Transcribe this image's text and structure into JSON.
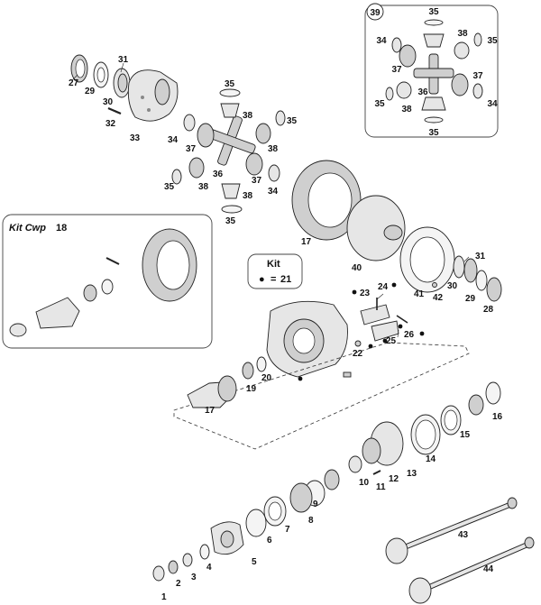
{
  "kit_cwp": {
    "title": "Kit Cwp",
    "number": "18"
  },
  "kit_box": {
    "title": "Kit",
    "symbol": "●",
    "equals": "=",
    "number": "21"
  },
  "inset": {
    "number": "39"
  },
  "callouts": {
    "p1": "1",
    "p2": "2",
    "p3": "3",
    "p4": "4",
    "p5": "5",
    "p6": "6",
    "p7": "7",
    "p8": "8",
    "p9": "9",
    "p10": "10",
    "p11": "11",
    "p12": "12",
    "p13": "13",
    "p14": "14",
    "p15": "15",
    "p16": "16",
    "p17": "17",
    "p17b": "17",
    "p19": "19",
    "p20": "20",
    "p22": "22",
    "p23": "23",
    "p24": "24",
    "p25": "25",
    "p26": "26",
    "p27": "27",
    "p28": "28",
    "p29": "29",
    "p29b": "29",
    "p30": "30",
    "p30b": "30",
    "p31": "31",
    "p31b": "31",
    "p32": "32",
    "p33": "33",
    "p34a": "34",
    "p34b": "34",
    "p35a": "35",
    "p35b": "35",
    "p35c": "35",
    "p35d": "35",
    "p36": "36",
    "p37a": "37",
    "p37b": "37",
    "p38a": "38",
    "p38b": "38",
    "p38c": "38",
    "p38d": "38",
    "p40": "40",
    "p41": "41",
    "p42": "42",
    "p43": "43",
    "p44": "44",
    "i35a": "35",
    "i35b": "35",
    "i35c": "35",
    "i35d": "35",
    "i34a": "34",
    "i34b": "34",
    "i37a": "37",
    "i37b": "37",
    "i38a": "38",
    "i38b": "38",
    "i36": "36"
  }
}
